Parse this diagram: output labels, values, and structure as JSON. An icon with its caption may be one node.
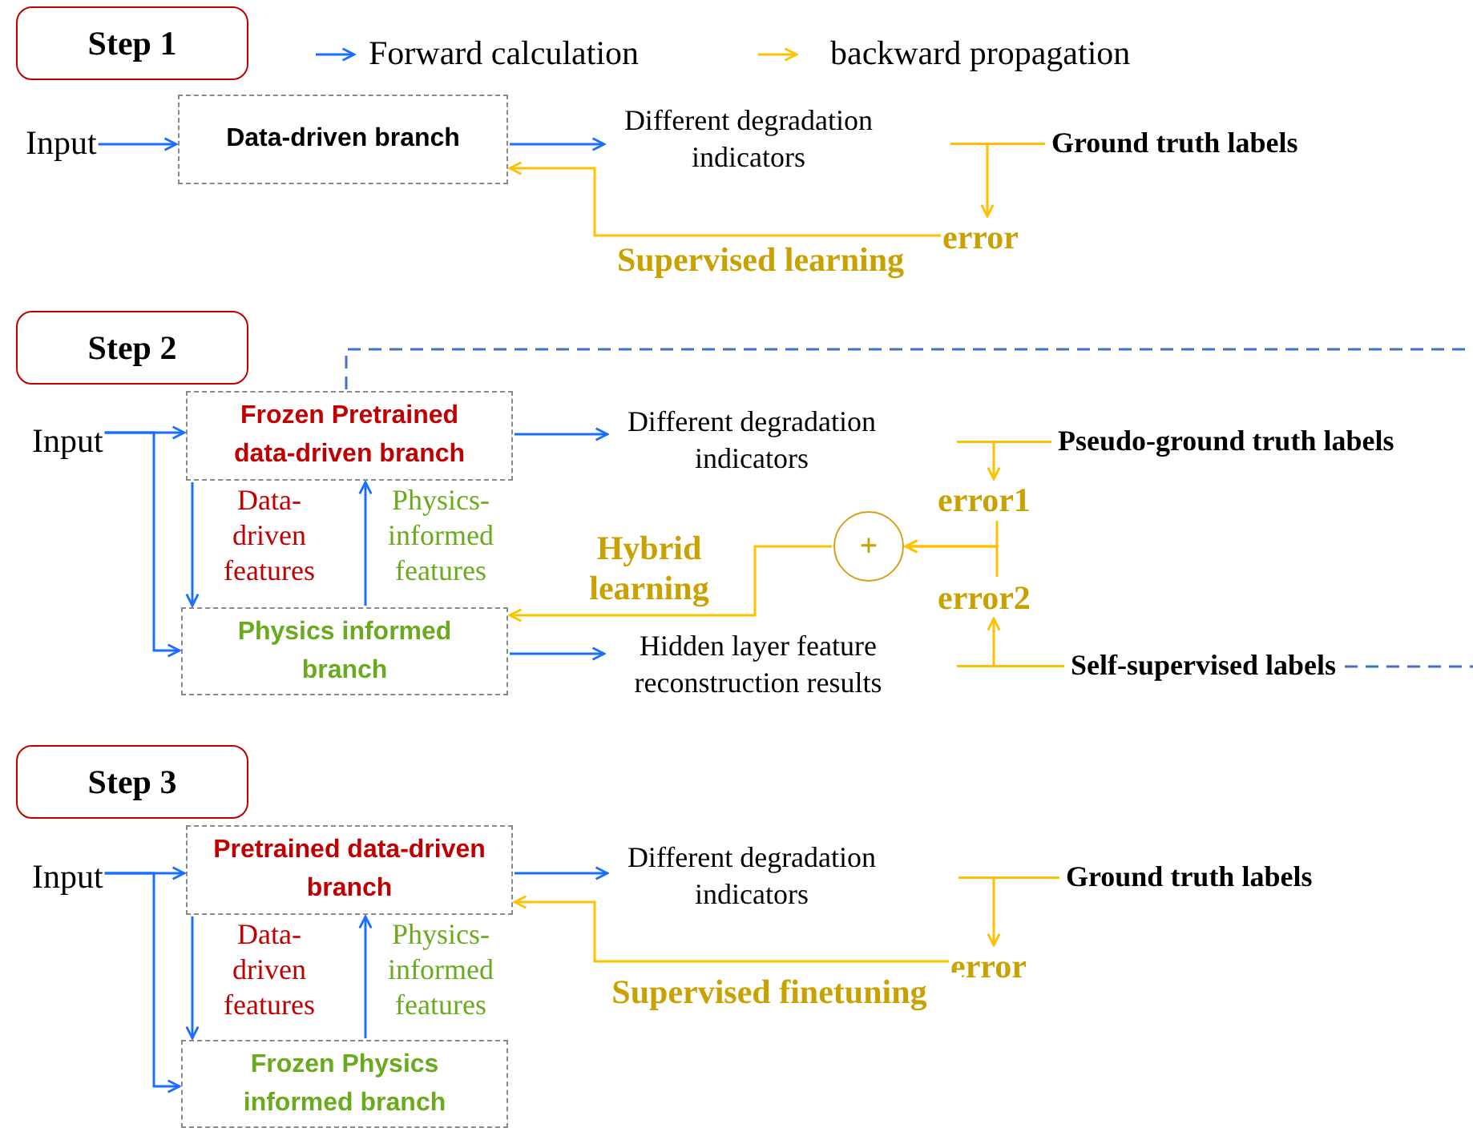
{
  "diagram": {
    "nodes": [
      {
        "text": [
          "Step 1"
        ]
      },
      {
        "text": [
          "Input"
        ]
      },
      {
        "text": [
          "Data-driven branch"
        ]
      },
      {
        "text": [
          "Different degradation indicators"
        ]
      },
      {
        "text": [
          "Ground truth labels"
        ]
      },
      {
        "text": [
          "error"
        ]
      },
      {
        "text": [
          "Step 2"
        ]
      },
      {
        "text": [
          "Input"
        ]
      },
      {
        "text": [
          "Frozen Pretrained data-driven branch"
        ]
      },
      {
        "text": [
          "Physics informed branch"
        ]
      },
      {
        "text": [
          "Different degradation indicators"
        ]
      },
      {
        "text": [
          "Hidden layer feature reconstruction results"
        ]
      },
      {
        "text": [
          "Pseudo-ground truth labels"
        ]
      },
      {
        "text": [
          "error1"
        ]
      },
      {
        "text": [
          "error2"
        ]
      },
      {
        "text": [
          "Self-supervised labels"
        ]
      },
      {
        "text": [
          "+"
        ]
      },
      {
        "text": [
          "Step 3"
        ]
      },
      {
        "text": [
          "Input"
        ]
      },
      {
        "text": [
          "Pretrained data-driven branch"
        ]
      },
      {
        "text": [
          "Frozen Physics informed branch"
        ]
      },
      {
        "text": [
          "Different degradation indicators"
        ]
      },
      {
        "text": [
          "Ground truth labels"
        ]
      },
      {
        "text": [
          "error"
        ]
      }
    ],
    "edges": [
      {
        "from": 1,
        "to": 2,
        "arrow": "to"
      },
      {
        "from": 2,
        "to": 3,
        "arrow": "to"
      },
      {
        "from": 5,
        "to": 2,
        "arrow": "to",
        "label": "Supervised learning",
        "color": "#ffc000"
      },
      {
        "from": 4,
        "to": 5,
        "arrow": "to",
        "color": "#ffc000"
      },
      {
        "from": 7,
        "to": 8,
        "arrow": "to"
      },
      {
        "from": 7,
        "to": 9,
        "arrow": "to"
      },
      {
        "from": 8,
        "to": 9,
        "arrow": "to",
        "label": "Data-driven features"
      },
      {
        "from": 9,
        "to": 8,
        "arrow": "to",
        "label": "Physics-informed features"
      },
      {
        "from": 8,
        "to": 10,
        "arrow": "to"
      },
      {
        "from": 9,
        "to": 11,
        "arrow": "to"
      },
      {
        "from": 12,
        "to": 13,
        "arrow": "to",
        "color": "#ffc000"
      },
      {
        "from": 15,
        "to": 14,
        "arrow": "to",
        "color": "#ffc000"
      },
      {
        "from": 13,
        "to": 16,
        "arrow": "to",
        "color": "#ffc000"
      },
      {
        "from": 14,
        "to": 16,
        "arrow": "to",
        "color": "#ffc000"
      },
      {
        "from": 16,
        "to": 9,
        "arrow": "to",
        "label": "Hybrid learning",
        "color": "#ffc000"
      },
      {
        "from": 8,
        "to": 15,
        "arrow": "none",
        "style": "dashed",
        "color": "#4472c4"
      },
      {
        "from": 18,
        "to": 19,
        "arrow": "to"
      },
      {
        "from": 18,
        "to": 20,
        "arrow": "to"
      },
      {
        "from": 19,
        "to": 20,
        "arrow": "to",
        "label": "Data-driven features"
      },
      {
        "from": 20,
        "to": 19,
        "arrow": "to",
        "label": "Physics-informed features"
      },
      {
        "from": 19,
        "to": 21,
        "arrow": "to"
      },
      {
        "from": 22,
        "to": 23,
        "arrow": "to",
        "color": "#ffc000"
      },
      {
        "from": 23,
        "to": 19,
        "arrow": "to",
        "label": "Supervised finetuning",
        "color": "#ffc000"
      }
    ],
    "legend": [
      {
        "text": "Forward calculation"
      },
      {
        "text": "backward propagation"
      }
    ]
  }
}
